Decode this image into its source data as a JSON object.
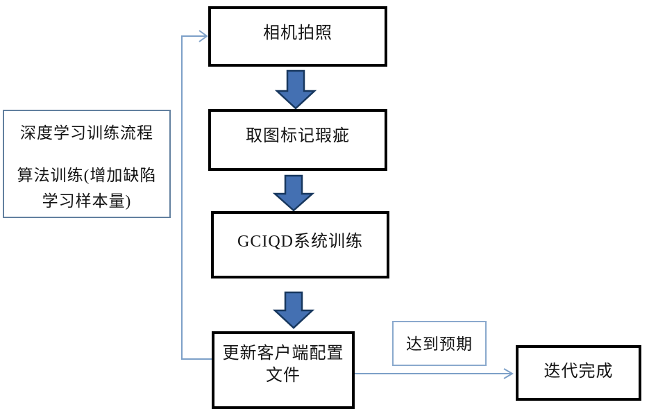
{
  "flowchart": {
    "steps": {
      "camera": {
        "label": "相机拍照"
      },
      "mark_defects": {
        "label": "取图标记瑕疵"
      },
      "system_training": {
        "label": "GCIQD系统训练"
      },
      "update_config": {
        "line1": "更新客户端配置",
        "line2": "文件"
      },
      "iteration_done": {
        "label": "迭代完成"
      }
    },
    "annotations": {
      "process_note": {
        "line1": "深度学习训练流程",
        "line2": "算法训练(增加缺陷",
        "line3": "学习样本量)"
      },
      "branch_label": {
        "label": "达到预期"
      }
    },
    "colors": {
      "background": "#ffffff",
      "thick_box_border": "#000000",
      "note_box_border": "#62809f",
      "branch_label_border": "#8aa9cd",
      "connector_line": "#7da0c8",
      "block_arrow_fill": "#4470b2",
      "block_arrow_stroke": "#17375e",
      "text": "#141414"
    }
  }
}
